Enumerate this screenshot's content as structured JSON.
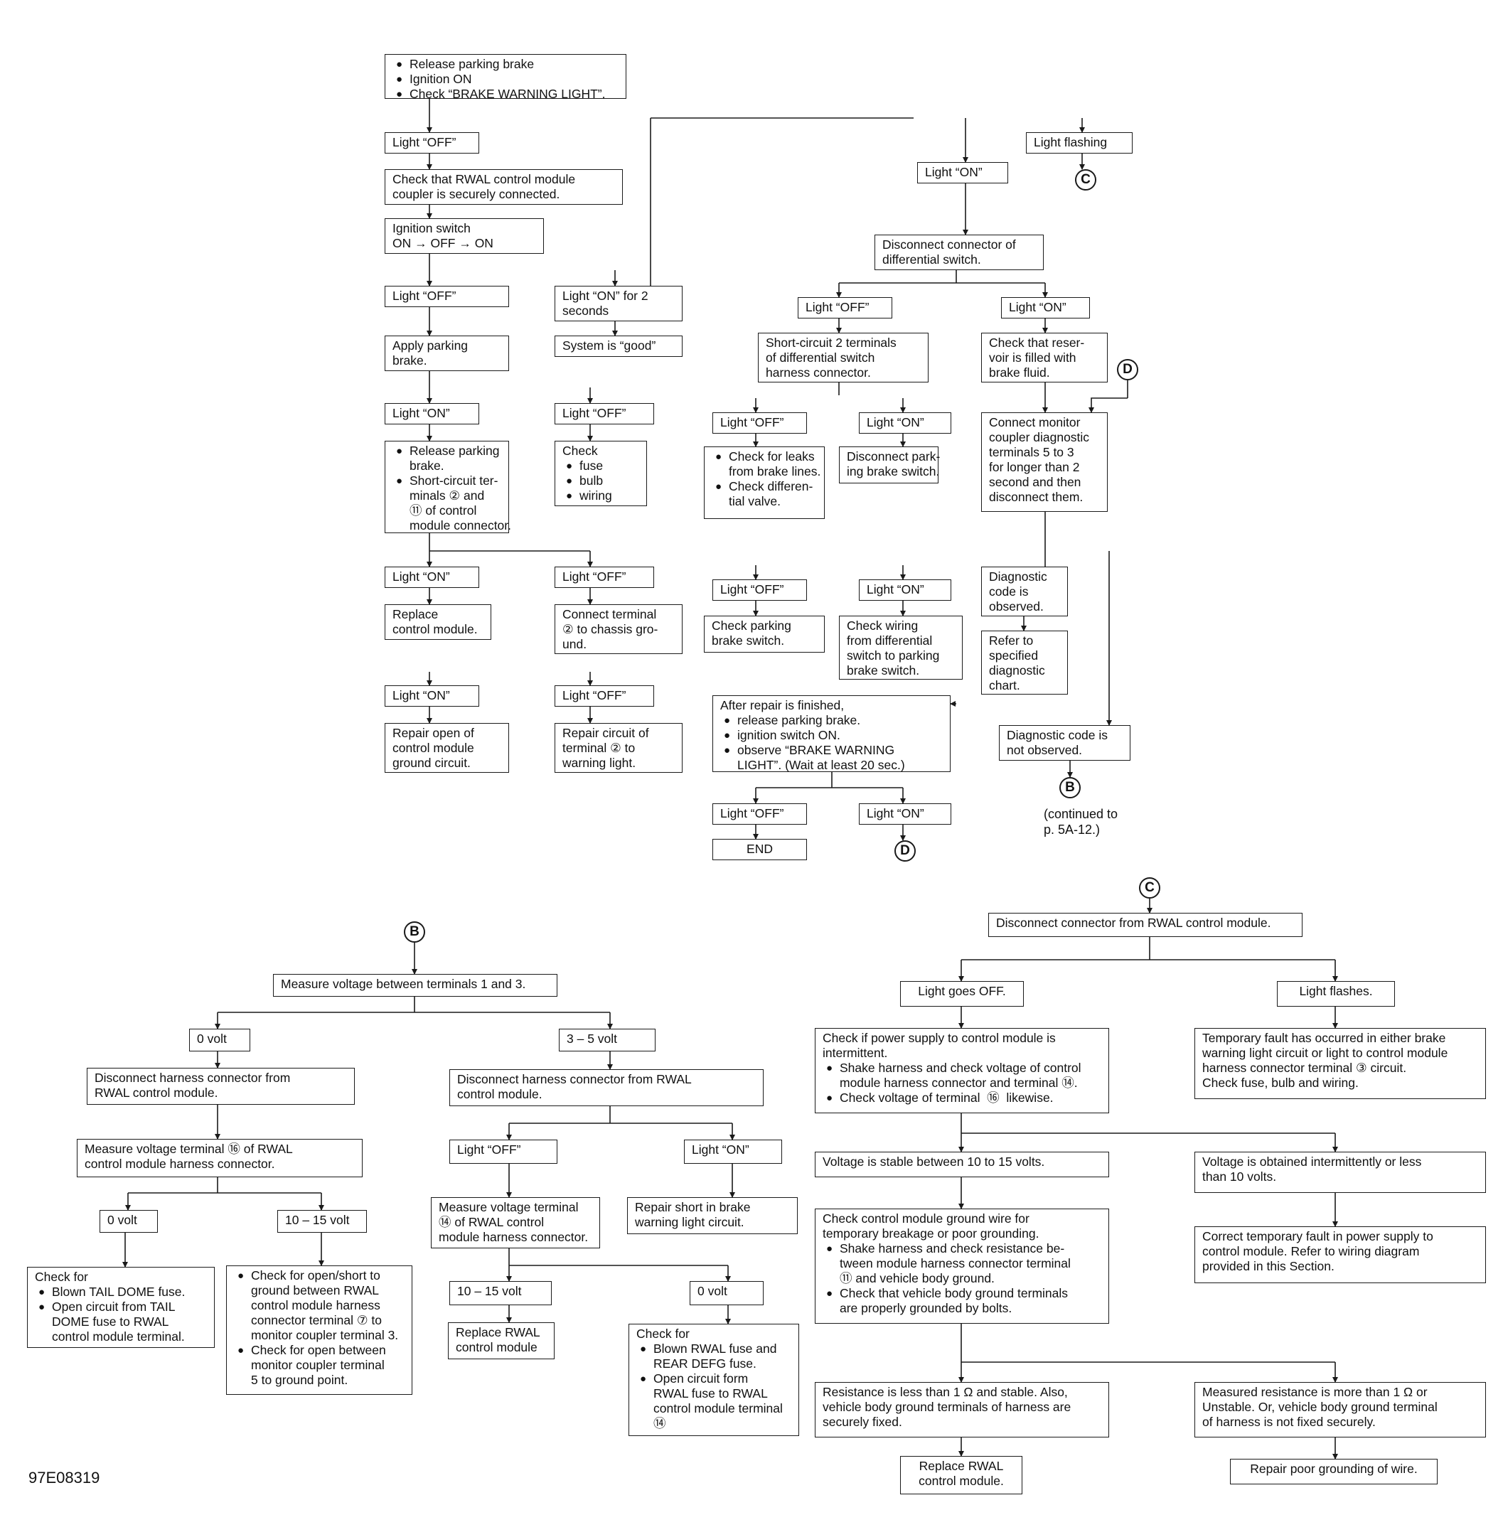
{
  "figure_code": "97E08319",
  "nodes": {
    "start": {
      "lines": [],
      "items": [
        "Release parking brake",
        "Ignition ON",
        "Check “BRAKE WARNING LIGHT”."
      ]
    },
    "l_off": "Light “OFF”",
    "l_flash": "Light flashing",
    "l_on": "Light “ON”",
    "check_rwal": "Check that RWAL control module\ncoupler is securely connected.",
    "ign_cycle": "Ignition switch\nON → OFF → ON",
    "disc_diff": "Disconnect connector of\ndifferential switch.",
    "l_off2": "Light “OFF”",
    "l_on2s": "Light “ON” for 2\nseconds",
    "sys_good": "System is “good”",
    "apply_pb": "Apply parking\nbrake.",
    "l_on3": "Light “ON”",
    "l_off3": "Light “OFF”",
    "check_fuse": {
      "lines": [
        "Check"
      ],
      "items": [
        "fuse",
        "bulb",
        "wiring"
      ]
    },
    "release_short": {
      "lines": [],
      "items": [
        "Release parking\nbrake.",
        "Short-circuit ter-\nminals ② and\n⑪ of control\nmodule connector."
      ]
    },
    "l_on4": "Light “ON”",
    "l_off4": "Light “OFF”",
    "replace_cm": "Replace\ncontrol module.",
    "conn_term2": "Connect terminal\n② to chassis gro-\nund.",
    "l_on5": "Light “ON”",
    "l_off5": "Light “OFF”",
    "repair_open": "Repair open of\ncontrol module\nground circuit.",
    "repair_circ": "Repair circuit of\nterminal ② to\nwarning light.",
    "r_l_off": "Light “OFF”",
    "r_l_on": "Light “ON”",
    "short_diff": "Short-circuit 2 terminals\nof differential switch\nharness connector.",
    "check_res": "Check that reser-\nvoir is filled with\nbrake fluid.",
    "r_l_off2": "Light “OFF”",
    "r_l_on2": "Light “ON”",
    "check_leaks": {
      "lines": [],
      "items": [
        "Check for leaks\nfrom brake lines.",
        "Check differen-\ntial valve."
      ]
    },
    "disc_pb_sw": "Disconnect park-\ning brake switch.",
    "connect_mon": "Connect monitor\ncoupler diagnostic\nterminals 5 to 3\nfor longer than 2\nsecond and then\ndisconnect them.",
    "r_l_off3": "Light “OFF”",
    "r_l_on3": "Light “ON”",
    "diag_obs": "Diagnostic\ncode is\nobserved.",
    "check_pb_sw": "Check parking\nbrake switch.",
    "check_wiring": "Check wiring\nfrom differential\nswitch to parking\nbrake switch.",
    "refer_chart": "Refer to\nspecified\ndiagnostic\nchart.",
    "after_repair": {
      "lines": [
        "After repair is finished,"
      ],
      "items": [
        "release parking brake.",
        "ignition switch ON.",
        "observe “BRAKE WARNING\nLIGHT”. (Wait at least 20 sec.)"
      ]
    },
    "diag_not": "Diagnostic code is\nnot observed.",
    "final_off": "Light “OFF”",
    "final_on": "Light “ON”",
    "end": "END",
    "measure13": "Measure voltage between terminals 1 and 3.",
    "v0": "0 volt",
    "v35": "3 – 5 volt",
    "disc_h1": "Disconnect harness connector from\nRWAL control module.",
    "disc_h2": "Disconnect harness connector from RWAL\ncontrol module.",
    "meas16": "Measure voltage terminal ⑯ of RWAL\ncontrol module harness connector.",
    "b_l_off": "Light “OFF”",
    "b_l_on": "Light “ON”",
    "v0b": "0 volt",
    "v1015": "10 – 15 volt",
    "meas14": "Measure voltage terminal\n⑭ of RWAL control\nmodule harness connector.",
    "repair_short": "Repair short in brake\nwarning light circuit.",
    "check_tail": {
      "lines": [
        "Check for"
      ],
      "items": [
        "Blown TAIL DOME fuse.",
        "Open circuit from TAIL\nDOME fuse to RWAL\ncontrol module terminal."
      ]
    },
    "check_open7": {
      "lines": [],
      "items": [
        "Check for open/short to\nground between RWAL\ncontrol module harness\nconnector terminal ⑦ to\nmonitor coupler terminal 3.",
        "Check for open between\nmonitor coupler terminal\n5 to ground point."
      ]
    },
    "v1015b": "10 – 15 volt",
    "v0c": "0 volt",
    "replace_rwal1": "Replace RWAL\ncontrol module",
    "check_rwal_fuse": {
      "lines": [
        "Check for"
      ],
      "items": [
        "Blown RWAL fuse and\nREAR DEFG fuse.",
        "Open circuit form\nRWAL fuse to RWAL\ncontrol module terminal\n⑭"
      ]
    },
    "disc_rwal": "Disconnect connector from RWAL control module.",
    "goes_off": "Light goes OFF.",
    "flashes": "Light flashes.",
    "check_power": {
      "lines": [
        "Check if power supply to control module is\nintermittent."
      ],
      "items": [
        "Shake harness and check voltage of control\nmodule harness connector and terminal ⑭.",
        "Check voltage of terminal  ⑯  likewise."
      ]
    },
    "temp_fault": "Temporary fault has occurred in either brake\nwarning light circuit or light to control module\nharness connector terminal ③ circuit.\nCheck fuse, bulb and wiring.",
    "v_stable": "Voltage is stable between 10 to 15 volts.",
    "v_inter": "Voltage is obtained intermittently or less\nthan 10 volts.",
    "check_ground": {
      "lines": [
        "Check control module ground wire for\ntemporary breakage or poor grounding."
      ],
      "items": [
        "Shake harness and check resistance be-\ntween module harness connector terminal\n⑪ and vehicle body ground.",
        "Check that vehicle body ground terminals\nare properly grounded by bolts."
      ]
    },
    "correct_fault": "Correct temporary fault in power supply to\ncontrol module. Refer to wiring diagram\nprovided in this Section.",
    "res_less": "Resistance is less than 1 Ω and stable. Also,\nvehicle body ground terminals of harness are\nsecurely fixed.",
    "res_more": "Measured resistance is more than 1 Ω or\nUnstable. Or, vehicle body ground terminal\nof harness is not fixed securely.",
    "replace_rwal2": "Replace RWAL\ncontrol module.",
    "repair_ground": "Repair poor grounding of wire."
  },
  "connectors": {
    "B": "B",
    "C": "C",
    "D": "D"
  },
  "continued": "(continued to\np. 5A-12.)"
}
